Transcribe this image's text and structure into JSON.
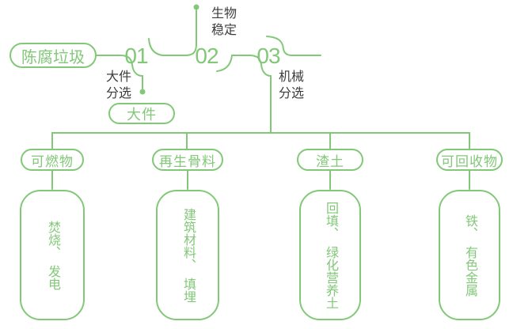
{
  "colors": {
    "accent_green": "#82C878",
    "label_text": "#3C3C3C",
    "background": "#FFFFFF"
  },
  "flow": {
    "source": {
      "label": "陈腐垃圾"
    },
    "steps": [
      {
        "number": "01",
        "process": "大件分选",
        "output": "大件"
      },
      {
        "number": "02",
        "process": "生物稳定"
      },
      {
        "number": "03",
        "process": "机械分选"
      }
    ],
    "branches": [
      {
        "category": "可燃物",
        "result": "焚烧、　发电"
      },
      {
        "category": "再生骨料",
        "result": "建筑材料、　填埋"
      },
      {
        "category": "渣土",
        "result": "回填、　绿化营养土"
      },
      {
        "category": "可回收物",
        "result": "铁、　有色金属"
      }
    ]
  }
}
